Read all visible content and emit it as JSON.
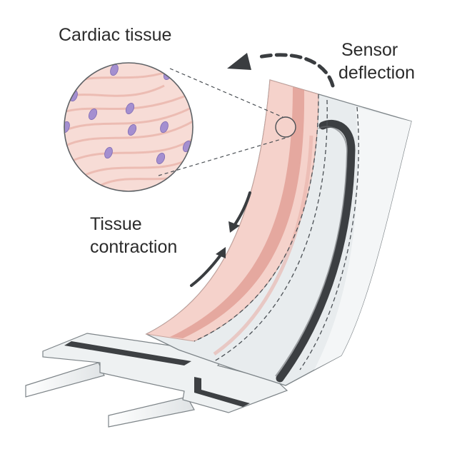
{
  "labels": {
    "cardiac_tissue": "Cardiac tissue",
    "sensor_line1": "Sensor",
    "sensor_line2": "deflection",
    "tissue_line1": "Tissue",
    "tissue_line2": "contraction"
  },
  "colors": {
    "tissue_pink": "#f4cfc8",
    "tissue_stripe": "#d98f86",
    "substrate_grey": "#e7ebed",
    "substrate_edge": "#9aa3a8",
    "electrode_dark": "#3c3f42",
    "nucleus_purple": "#a48fd0",
    "outline": "#6f7478"
  },
  "icons": [
    "dashed-deflection-arrow-icon",
    "contraction-arrow-up-icon",
    "contraction-arrow-down-icon"
  ]
}
